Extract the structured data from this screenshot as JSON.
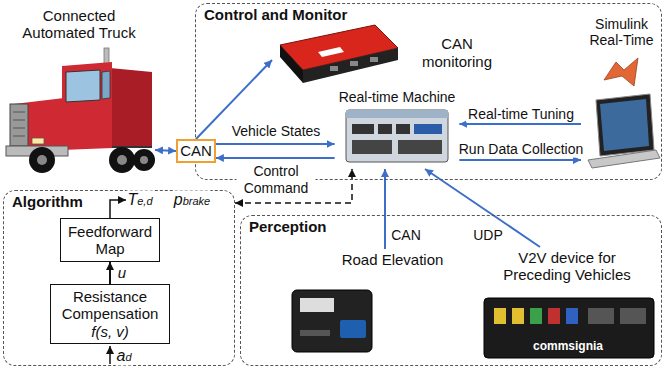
{
  "diagram": {
    "nodes": [
      {
        "text": [
          "Connected Automated Truck"
        ]
      },
      {
        "text": [
          "Control and Monitor"
        ]
      },
      {
        "text": [
          "CAN"
        ],
        "in": 1
      },
      {
        "text": [
          "CAN monitoring"
        ],
        "in": 1
      },
      {
        "text": [
          "Real-time Machine"
        ],
        "in": 1
      },
      {
        "text": [
          "Simulink Real-Time"
        ],
        "in": 1
      },
      {
        "text": [
          "Algorithm"
        ]
      },
      {
        "text": [
          "Feedforward Map"
        ],
        "in": 6
      },
      {
        "text": [
          "Resistance Compensation",
          "f(s, v)"
        ],
        "in": 6
      },
      {
        "text": [
          "Perception"
        ]
      },
      {
        "text": [
          "Road Elevation"
        ],
        "in": 9
      },
      {
        "text": [
          "V2V device for Preceding Vehicles"
        ],
        "in": 9
      }
    ],
    "edges": [
      {
        "from": 0,
        "to": 2,
        "arrow": "both"
      },
      {
        "from": 2,
        "to": 3,
        "arrow": "to"
      },
      {
        "from": 2,
        "to": 4,
        "label": "Vehicle States",
        "arrow": "to"
      },
      {
        "from": 4,
        "to": 2,
        "label": "Control Command",
        "arrow": "to"
      },
      {
        "from": 5,
        "to": 4,
        "label": "Real-time Tuning",
        "arrow": "to"
      },
      {
        "from": 4,
        "to": 5,
        "label": "Run Data Collection",
        "arrow": "to"
      },
      {
        "from": 10,
        "to": 4,
        "label": "CAN",
        "arrow": "to"
      },
      {
        "from": 11,
        "to": 4,
        "label": "UDP",
        "arrow": "to"
      },
      {
        "from": 6,
        "to": 4,
        "arrow": "both"
      },
      {
        "from": 8,
        "to": 7,
        "label": "u",
        "arrow": "to"
      }
    ],
    "labels": [
      "Te,d",
      "pbrake",
      "ad",
      "commsignia"
    ]
  }
}
